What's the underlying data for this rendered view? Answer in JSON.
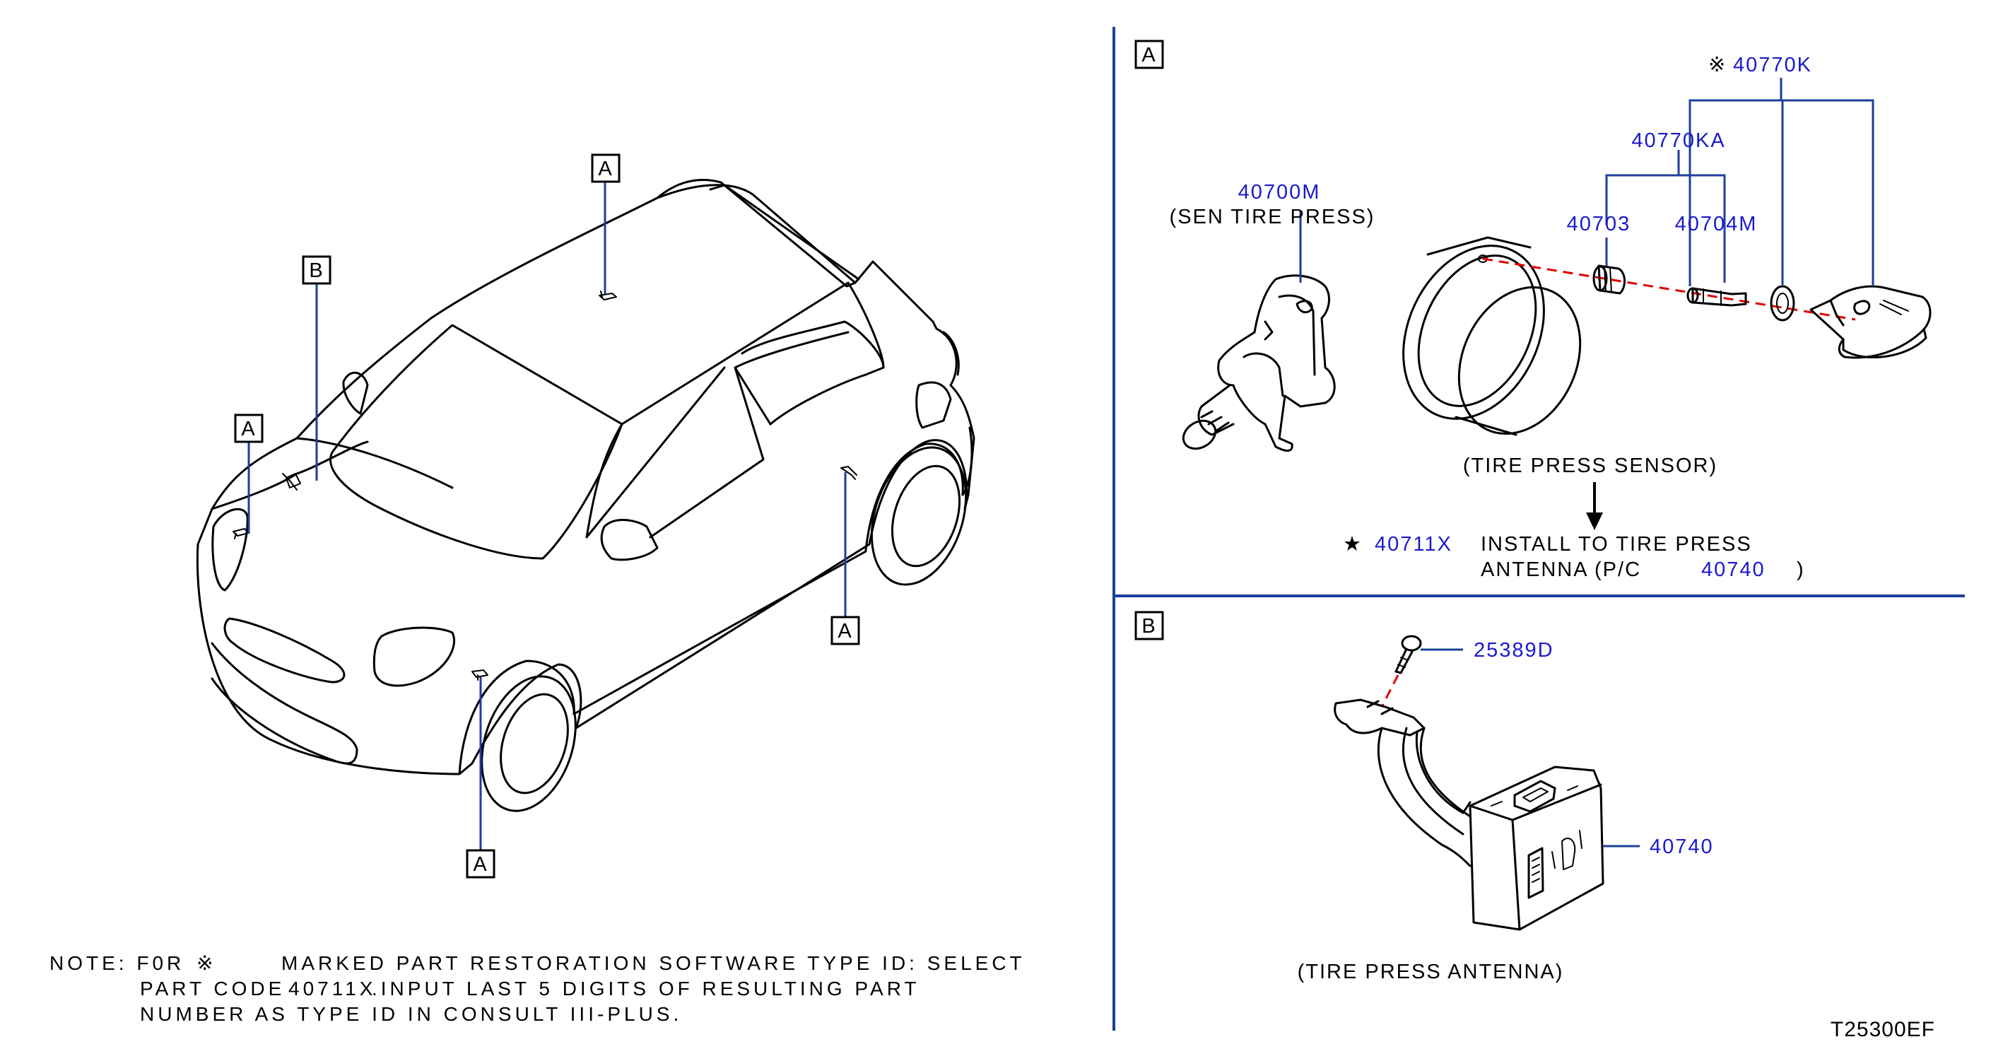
{
  "section_labels": {
    "a": "A",
    "b": "B"
  },
  "car_callouts": {
    "roof": "A",
    "hood": "B",
    "left_headlamp": "A",
    "rear_wheel": "A",
    "front_wheel": "A"
  },
  "parts": {
    "sensor_code": "40700M",
    "sensor_name": "(SEN  TIRE  PRESS)",
    "kit_code": "40770K",
    "kit_mark": "※",
    "sub_kit_code": "40770KA",
    "cap_code": "40703",
    "valve_code": "40704M",
    "assembly_caption": "(TIRE  PRESS  SENSOR)",
    "install_star": "★",
    "install_code": "40711X",
    "install_line1": "INSTALL  TO  TIRE  PRESS",
    "install_line2": "ANTENNA  (P/C",
    "install_pc_code": "40740",
    "install_close": ")",
    "screw_code": "25389D",
    "antenna_code": "40740",
    "antenna_caption": "(TIRE  PRESS  ANTENNA)"
  },
  "note": {
    "prefix": "NOTE:  F0R",
    "mark": "※",
    "line1": "MARKED  PART  RESTORATION  SOFTWARE  TYPE  ID:  SELECT",
    "line2_a": "PART  CODE",
    "line2_code": "40711X",
    "line2_b": ".INPUT  LAST  5  DIGITS  OF  RESULTING  PART",
    "line3": "NUMBER  AS  TYPE  ID  IN  CONSULT  III-PLUS."
  },
  "diagram_code": "T25300EF",
  "colors": {
    "part_code": "#1a1acc",
    "leader": "#1c3f9b",
    "hidden_line": "#e00000",
    "ink": "#000000"
  }
}
